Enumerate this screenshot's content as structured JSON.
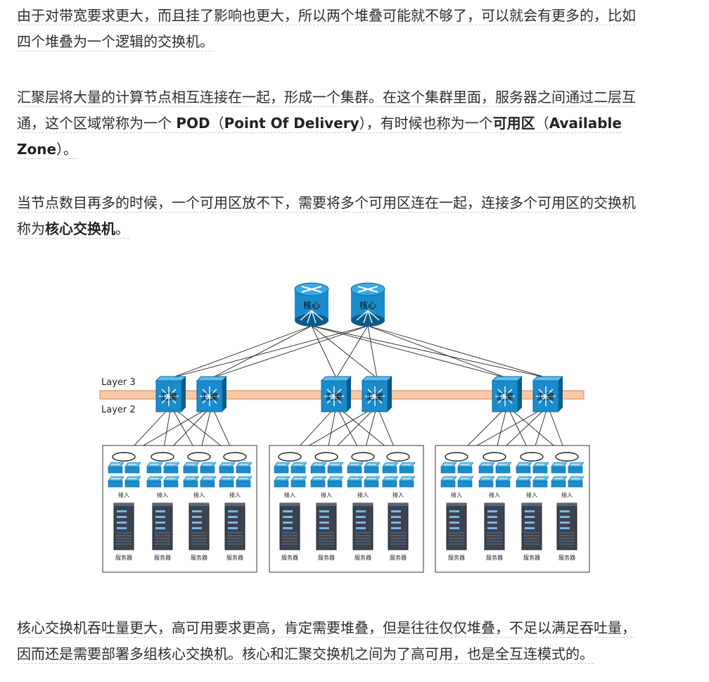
{
  "paragraphs": {
    "p1_line1": "由于对带宽要求更大，而且挂了影响也更大，所以两个堆叠可能就不够了，可以就会有更多的，比如",
    "p1_line2": "四个堆叠为一个逻辑的交换机。",
    "p2_line1": "汇聚层将大量的计算节点相互连接在一起，形成一个集群。在这个集群里面，服务器之间通过二层互",
    "p2_line2_a": "通，这个区域常称为一个 ",
    "p2_pod": "POD",
    "p2_line2_b": "（",
    "p2_pod_full": "Point Of Delivery",
    "p2_line2_c": "），有时候也称为一个",
    "p2_az": "可用区",
    "p2_line2_d": "（",
    "p2_az_full_1": "Available",
    "p2_az_full_2": "Zone",
    "p2_line3_b": "）。",
    "p3_line1": "当节点数目再多的时候，一个可用区放不下，需要将多个可用区连在一起，连接多个可用区的交换机",
    "p3_line2_a": "称为",
    "p3_core": "核心交换机",
    "p3_line2_b": "。",
    "p4_line1": "核心交换机吞吐量更大，高可用要求更高，肯定需要堆叠，但是往往仅仅堆叠，不足以满足吞吐量，",
    "p4_line2": "因而还是需要部署多组核心交换机。核心和汇聚交换机之间为了高可用，也是全互连模式的。"
  },
  "diagram": {
    "layer3_label": "Layer 3",
    "layer2_label": "Layer 2",
    "core_label": "核心",
    "aggregation_label": "汇聚",
    "access_label": "接入",
    "server_label": "服务器",
    "colors": {
      "device_blue": "#1a8ccc",
      "device_dark": "#0a5a8a",
      "layer_band": "#f9c9a3",
      "line": "#222222",
      "server_body": "#3b4350"
    }
  }
}
